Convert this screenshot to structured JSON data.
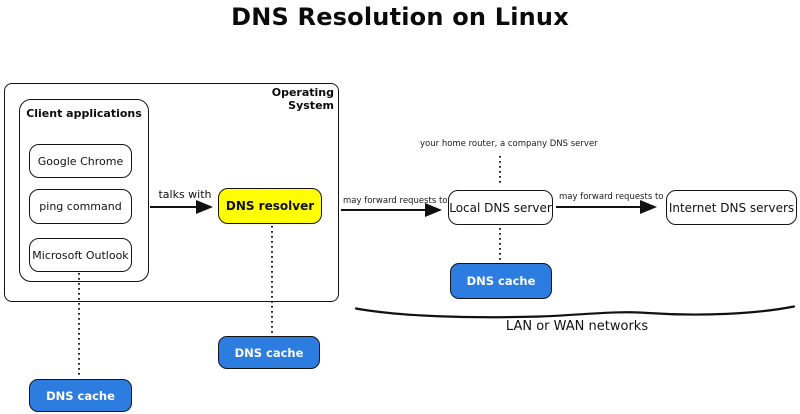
{
  "title": "DNS Resolution on Linux",
  "os": {
    "label": "Operating System",
    "client_apps": {
      "label": "Client applications",
      "items": [
        {
          "label": "Google Chrome"
        },
        {
          "label": "ping command"
        },
        {
          "label": "Microsoft Outlook"
        }
      ]
    },
    "resolver": {
      "label": "DNS resolver"
    }
  },
  "nodes": {
    "local_dns": {
      "label": "Local DNS server"
    },
    "internet_dns": {
      "label": "Internet DNS servers"
    }
  },
  "edges": {
    "talks_with": "talks with",
    "forward_to_local": "may forward requests to",
    "forward_to_internet": "may forward requests to"
  },
  "annotations": {
    "router_note": "your home router, a company DNS server",
    "network_label": "LAN or WAN networks"
  },
  "caches": [
    {
      "label": "DNS cache"
    },
    {
      "label": "DNS cache"
    },
    {
      "label": "DNS cache"
    }
  ],
  "colors": {
    "resolver_fill": "#FFFF00",
    "cache_fill": "#2D7CE0",
    "stroke": "#141414"
  }
}
